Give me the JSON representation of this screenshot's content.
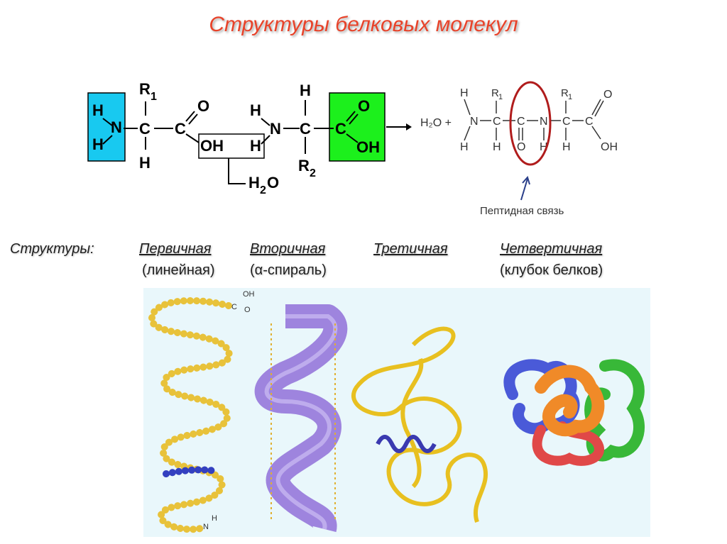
{
  "title": "Структуры белковых молекул",
  "reaction": {
    "left": {
      "R1": "R",
      "R1_sub": "1",
      "R2": "R",
      "R2_sub": "2",
      "H": "H",
      "N": "N",
      "C": "C",
      "O": "O",
      "OH": "OH",
      "water": "H",
      "water_sub": "2",
      "water_o": "O"
    },
    "right": {
      "h2o_plus": "H₂O +",
      "H": "H",
      "N": "N",
      "C": "C",
      "O": "O",
      "OH": "OH",
      "R": "R",
      "R_sub": "1"
    },
    "peptide_bond_label": "Пептидная связь",
    "colors": {
      "amino_box": "#18c9f0",
      "carboxyl_box": "#1cf01c",
      "circle": "#b01c1c",
      "arrow": "#2a3f8a"
    }
  },
  "structures": {
    "label": "Структуры:",
    "items": [
      {
        "name": "Первичная",
        "sub": "(линейная)"
      },
      {
        "name": "Вторичная",
        "sub": "(α-спираль)"
      },
      {
        "name": "Третичная",
        "sub": ""
      },
      {
        "name": "Четвертичная",
        "sub": "(клубок белков)"
      }
    ]
  },
  "illustration": {
    "primary_labels": {
      "OH": "OH",
      "O": "O",
      "C": "C",
      "H": "H",
      "N": "N"
    },
    "colors": {
      "beads": "#e8c23a",
      "beads_blue": "#3340c0",
      "helix": "#9070d8",
      "ribbon": "#e8c020",
      "q_blue": "#4a5ad8",
      "q_orange": "#f08a28",
      "q_green": "#38b838",
      "q_red": "#e04848",
      "q_pink": "#f07878"
    }
  }
}
